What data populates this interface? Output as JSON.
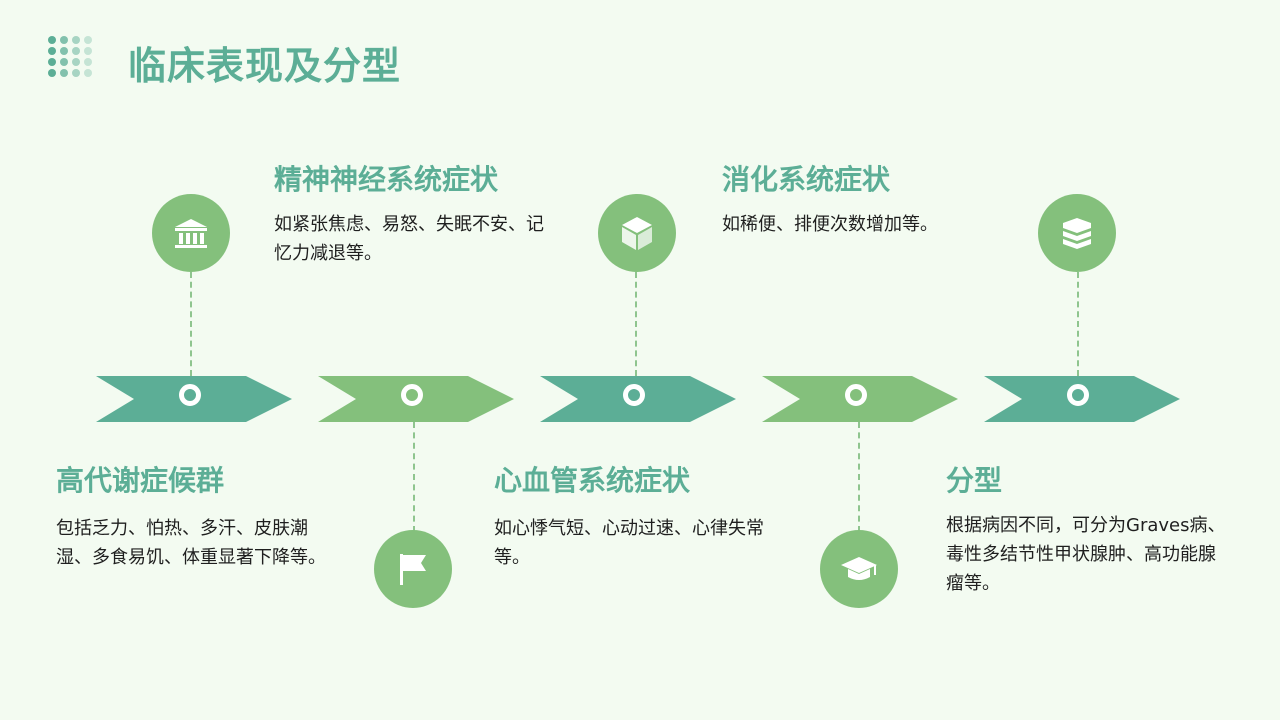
{
  "title": "临床表现及分型",
  "colors": {
    "teal": "#5cae96",
    "green": "#84c07c",
    "stem": "#8fc58f",
    "background": "#f3fbf1"
  },
  "items": [
    {
      "heading": "高代谢症候群",
      "desc": "包括乏力、怕热、多汗、皮肤潮湿、多食易饥、体重显著下降等。",
      "icon": "bank-icon"
    },
    {
      "heading": "精神神经系统症状",
      "desc": "如紧张焦虑、易怒、失眠不安、记忆力减退等。",
      "icon": "flag-icon"
    },
    {
      "heading": "心血管系统症状",
      "desc": "如心悸气短、心动过速、心律失常等。",
      "icon": "cube-icon"
    },
    {
      "heading": "消化系统症状",
      "desc": "如稀便、排便次数增加等。",
      "icon": "graduation-cap-icon"
    },
    {
      "heading": "分型",
      "desc": "根据病因不同，可分为Graves病、毒性多结节性甲状腺肿、高功能腺瘤等。",
      "icon": "layers-icon"
    }
  ]
}
